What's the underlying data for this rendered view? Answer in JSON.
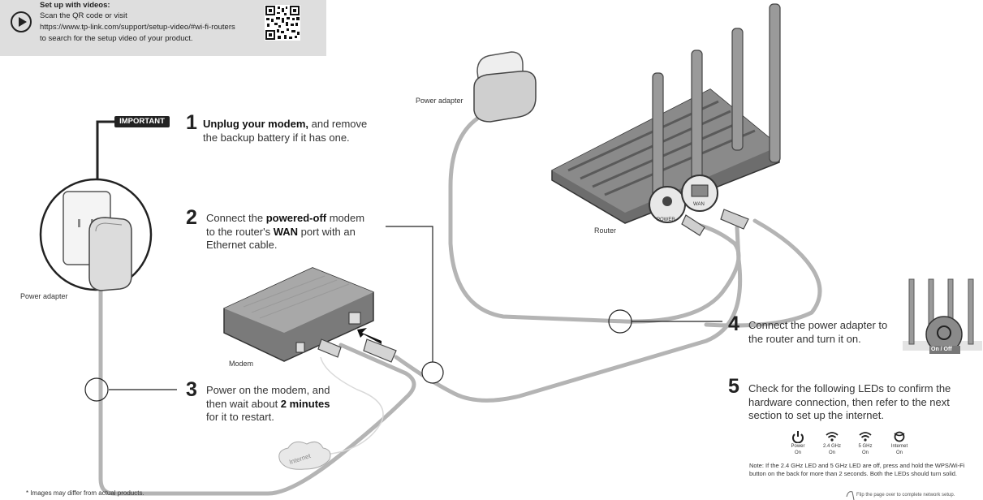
{
  "video": {
    "title": "Set up with videos:",
    "line1": "Scan the QR code or visit",
    "line2": "https://www.tp-link.com/support/setup-video/#wi-fi-routers",
    "line3": "to search for the setup video of your product."
  },
  "important_label": "IMPORTANT",
  "steps": [
    {
      "num": "1",
      "pre": "",
      "bold": "Unplug your modem,",
      "post": " and remove",
      "line2": "the backup battery if it has one."
    },
    {
      "num": "2",
      "pre": "Connect the ",
      "bold": "powered-off",
      "post": " modem",
      "line2_pre": "to the router's ",
      "line2_bold": "WAN",
      "line2_post": " port with an",
      "line3": "Ethernet cable."
    },
    {
      "num": "3",
      "line1": "Power on the modem, and",
      "line2_pre": "then wait about ",
      "line2_bold": "2 minutes",
      "line3": "for it to restart."
    },
    {
      "num": "4",
      "line1": "Connect the power adapter to",
      "line2": "the router and turn it on."
    },
    {
      "num": "5",
      "line1": "Check for the following LEDs to confirm the",
      "line2": "hardware connection, then refer to the next",
      "line3": "section to set up the internet."
    }
  ],
  "labels": {
    "power_adapter_left": "Power adapter",
    "power_adapter_top": "Power adapter",
    "router": "Router",
    "modem": "Modem",
    "internet": "Internet",
    "router_power_port": "POWER",
    "router_wan_port": "WAN",
    "on_off": "On / Off"
  },
  "leds": [
    {
      "name": "Power",
      "state": "On",
      "icon": "power-icon"
    },
    {
      "name": "2.4 GHz",
      "state": "On",
      "icon": "wifi-icon"
    },
    {
      "name": "5 GHz",
      "state": "On",
      "icon": "wifi-icon"
    },
    {
      "name": "Internet",
      "state": "On",
      "icon": "internet-icon"
    }
  ],
  "note": "Note: If the 2.4 GHz LED and 5 GHz LED are off, press and hold the WPS/Wi-Fi button on the back for more than 2 seconds. Both the LEDs should turn solid.",
  "disclaimer": "* Images may differ from actual products.",
  "flip_text": "Flip the page over to complete network setup."
}
